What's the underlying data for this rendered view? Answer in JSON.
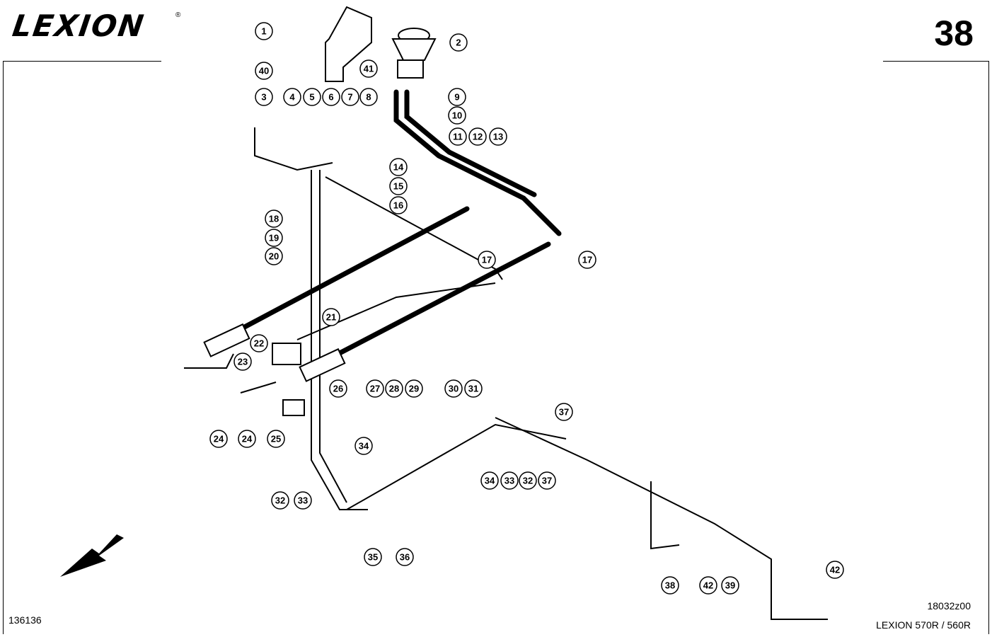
{
  "header": {
    "brand": "LEXION",
    "registered_mark": "®",
    "page_number": "38"
  },
  "footer": {
    "sheet_id": "136136",
    "drawing_ref": "18032z00",
    "model_text": "LEXION  570R / 560R"
  },
  "callouts": [
    "1",
    "2",
    "3",
    "4",
    "5",
    "6",
    "7",
    "8",
    "9",
    "10",
    "11",
    "12",
    "13",
    "14",
    "15",
    "16",
    "17",
    "17",
    "18",
    "19",
    "20",
    "21",
    "22",
    "23",
    "24",
    "24",
    "25",
    "26",
    "27",
    "28",
    "29",
    "30",
    "31",
    "32",
    "33",
    "34",
    "35",
    "36",
    "34",
    "33",
    "32",
    "37",
    "37",
    "38",
    "39",
    "40",
    "41",
    "42",
    "42"
  ]
}
